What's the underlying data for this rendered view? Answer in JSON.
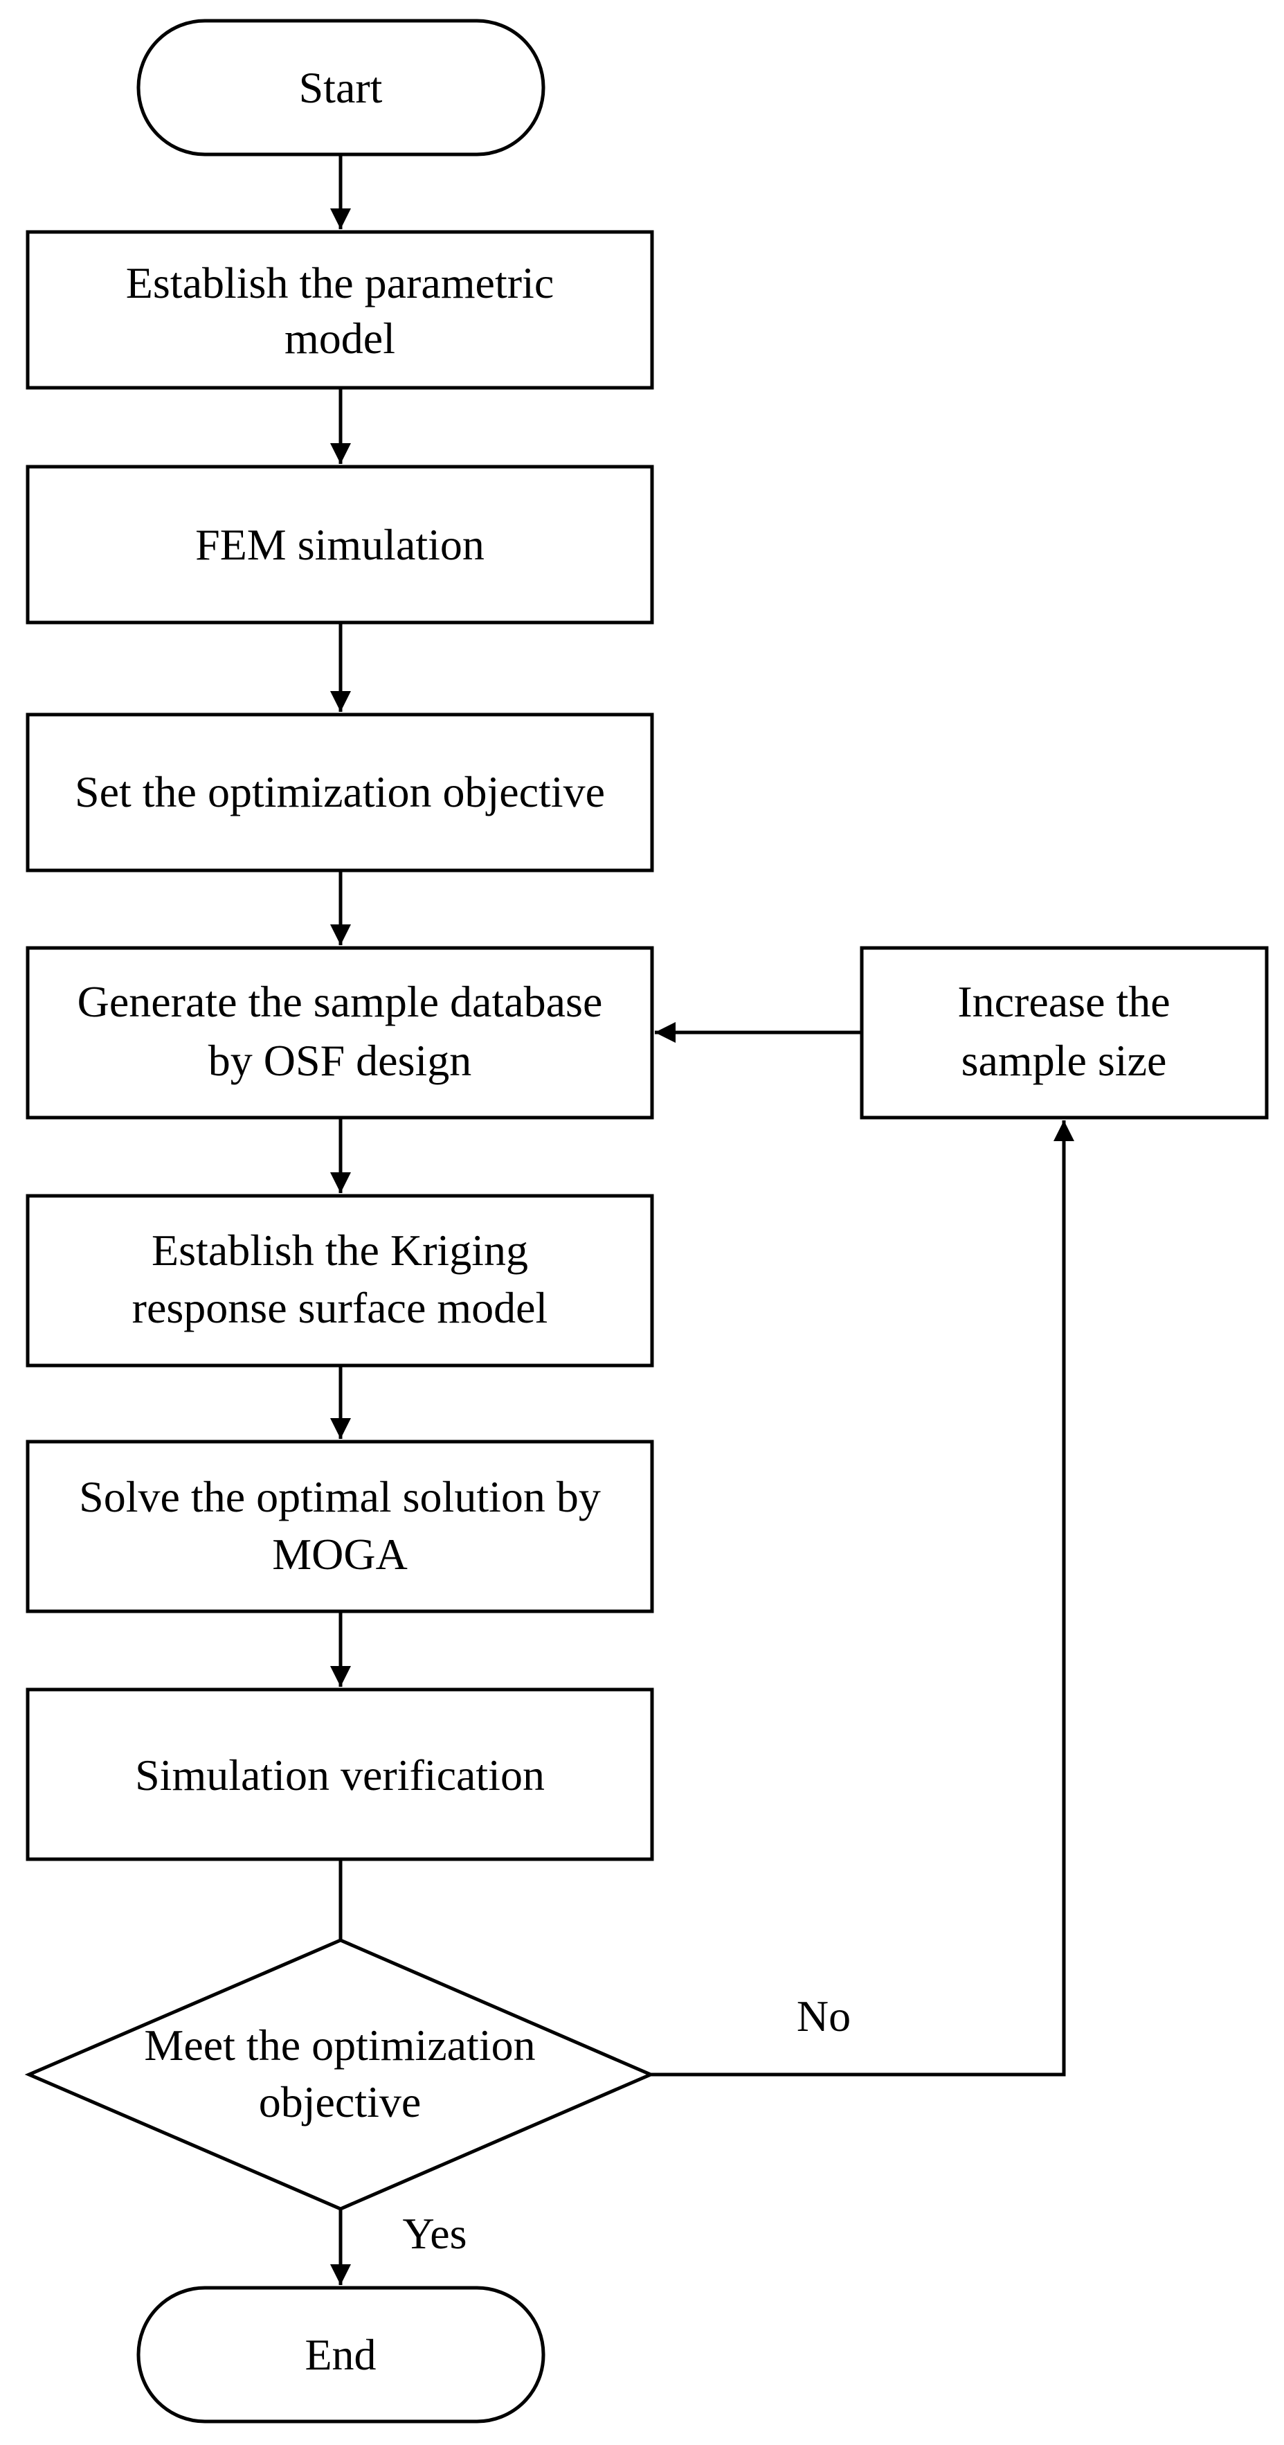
{
  "flowchart": {
    "start": {
      "label": "Start"
    },
    "step1": {
      "line1": "Establish the parametric",
      "line2": "model"
    },
    "step2": {
      "label": "FEM simulation"
    },
    "step3": {
      "label": "Set the optimization objective"
    },
    "step4": {
      "line1": "Generate the sample database",
      "line2": "by OSF design"
    },
    "step5": {
      "line1": "Establish the Kriging",
      "line2": "response surface model"
    },
    "step6": {
      "line1": "Solve the optimal solution by",
      "line2": "MOGA"
    },
    "step7": {
      "label": "Simulation verification"
    },
    "decision": {
      "line1": "Meet the optimization",
      "line2": "objective"
    },
    "increase": {
      "line1": "Increase the",
      "line2": "sample size"
    },
    "end": {
      "label": "End"
    },
    "edge_no": "No",
    "edge_yes": "Yes"
  }
}
